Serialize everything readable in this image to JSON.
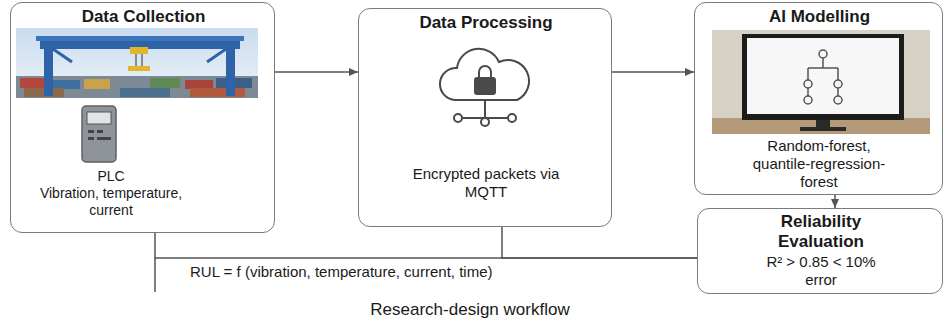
{
  "diagram": {
    "caption": "Research-design workflow",
    "nodes": [
      {
        "text": [
          "Data Collection",
          "PLC",
          "Vibration, temperature, current"
        ]
      },
      {
        "text": [
          "Data Processing",
          "Encrypted packets via MQTT"
        ]
      },
      {
        "text": [
          "AI Modelling",
          "Random-forest, quantile-regression-forest"
        ]
      },
      {
        "text": [
          "Reliability Evaluation",
          "R² > 0.85 < 10% error"
        ]
      }
    ],
    "edges": [
      {
        "from": 0,
        "to": 1,
        "arrow": "to"
      },
      {
        "from": 1,
        "to": 2,
        "arrow": "to"
      },
      {
        "from": 2,
        "to": 3,
        "arrow": "to"
      },
      {
        "from": 3,
        "to": 0,
        "arrow": "none"
      },
      {
        "from": 3,
        "to": 1,
        "arrow": "none"
      }
    ],
    "labels": [
      "RUL = f (vibration, temperature, current, time)"
    ]
  }
}
